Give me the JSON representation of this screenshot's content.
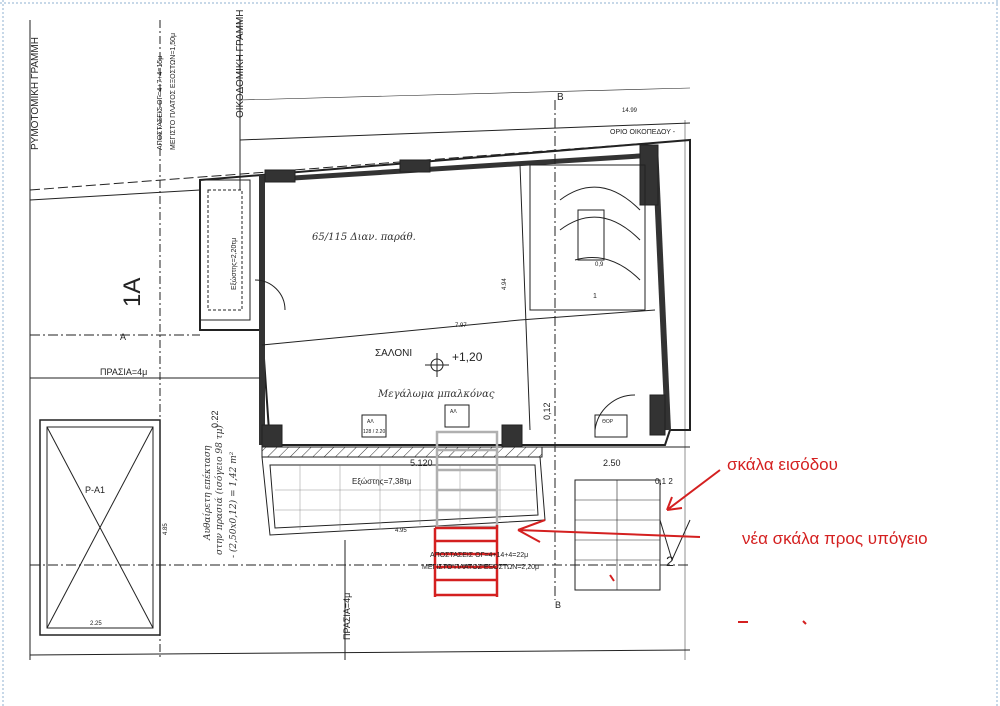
{
  "colors": {
    "annotation": "#d42020",
    "ink": "#222222",
    "grey_stair": "#b0b0b0",
    "frame": "#8fb0d0"
  },
  "plan": {
    "street_line": "ΡΥΜΟΤΟΜΙΚΗ ΓΡΑΜΜΗ",
    "building_line": "ΟΙΚΟΔΟΜΙΚΗ ΓΡΑΜΜΗ",
    "setbacks_top": "ΑΠΟΣΤΑΣΕΙΣ ΟΓ=4+7+4=15μ",
    "max_balcony_top": "ΜΕΓΙΣΤΟ ΠΛΑΤΟΣ ΕΞΟΣΤΩΝ=1,50μ",
    "section_b": "B",
    "dim_top": "14.99",
    "plot_limit": "ΟΡΙΟ ΟΙΚΟΠΕΔΟΥ -",
    "window_note": "65/115 Διαν. παράθ.",
    "room": "ΣΑΛΟΝΙ",
    "level": "+1,20",
    "balcony_note": "Μεγάλωμα μπαλκόνας",
    "section_a_big": "1A",
    "section_a": "A",
    "front_yard": "ΠΡΑΣΙΑ=4μ",
    "front_yard_bottom": "ΠΡΑΣΙΑ=4μ",
    "balcony_left": "Εξώστης=2,20τμ",
    "dim_width": "7.97",
    "dim_depth": "4.94",
    "dim_stair": "0,9",
    "dim_022": "0.22",
    "balcony_front": "Εξώστης=7,38τμ",
    "dim_5120": "5.120",
    "dim_495": "4.95",
    "dim_250": "2.50",
    "dim_012a": "0,12",
    "dim_012b": "0,1 2",
    "setbacks_bottom": "ΑΠΟΣΤΑΣΕΙΣ ΟΓ=4+14+4=22μ",
    "max_balcony_bottom": "ΜΕΓΙΣΤΟ ΠΛΑΤΟΣ ΕΞΟΣΤΩΝ=2,20μ",
    "parking": "P-A1",
    "dim_485": "4.85",
    "dim_225": "2.25",
    "illegal_ext_1": "Αυθαίρετη επέκταση",
    "illegal_ext_2": "στην πρασιά (ισόγειο 98 τμ)",
    "illegal_ext_3": "- (2,50x0,12) =  1,42 m²",
    "window_tag": "ΑΛ",
    "window_tag2": "ΑΛ",
    "window_tag3": "128 / 2.20",
    "door_tag": "ΘΟΡ",
    "section_2": "2",
    "section_b_bottom": "B",
    "stair_num": "1"
  },
  "annotations": {
    "entrance_stair": "σκάλα εισόδου",
    "new_basement_stair": "νέα σκάλα προς υπόγειο"
  }
}
